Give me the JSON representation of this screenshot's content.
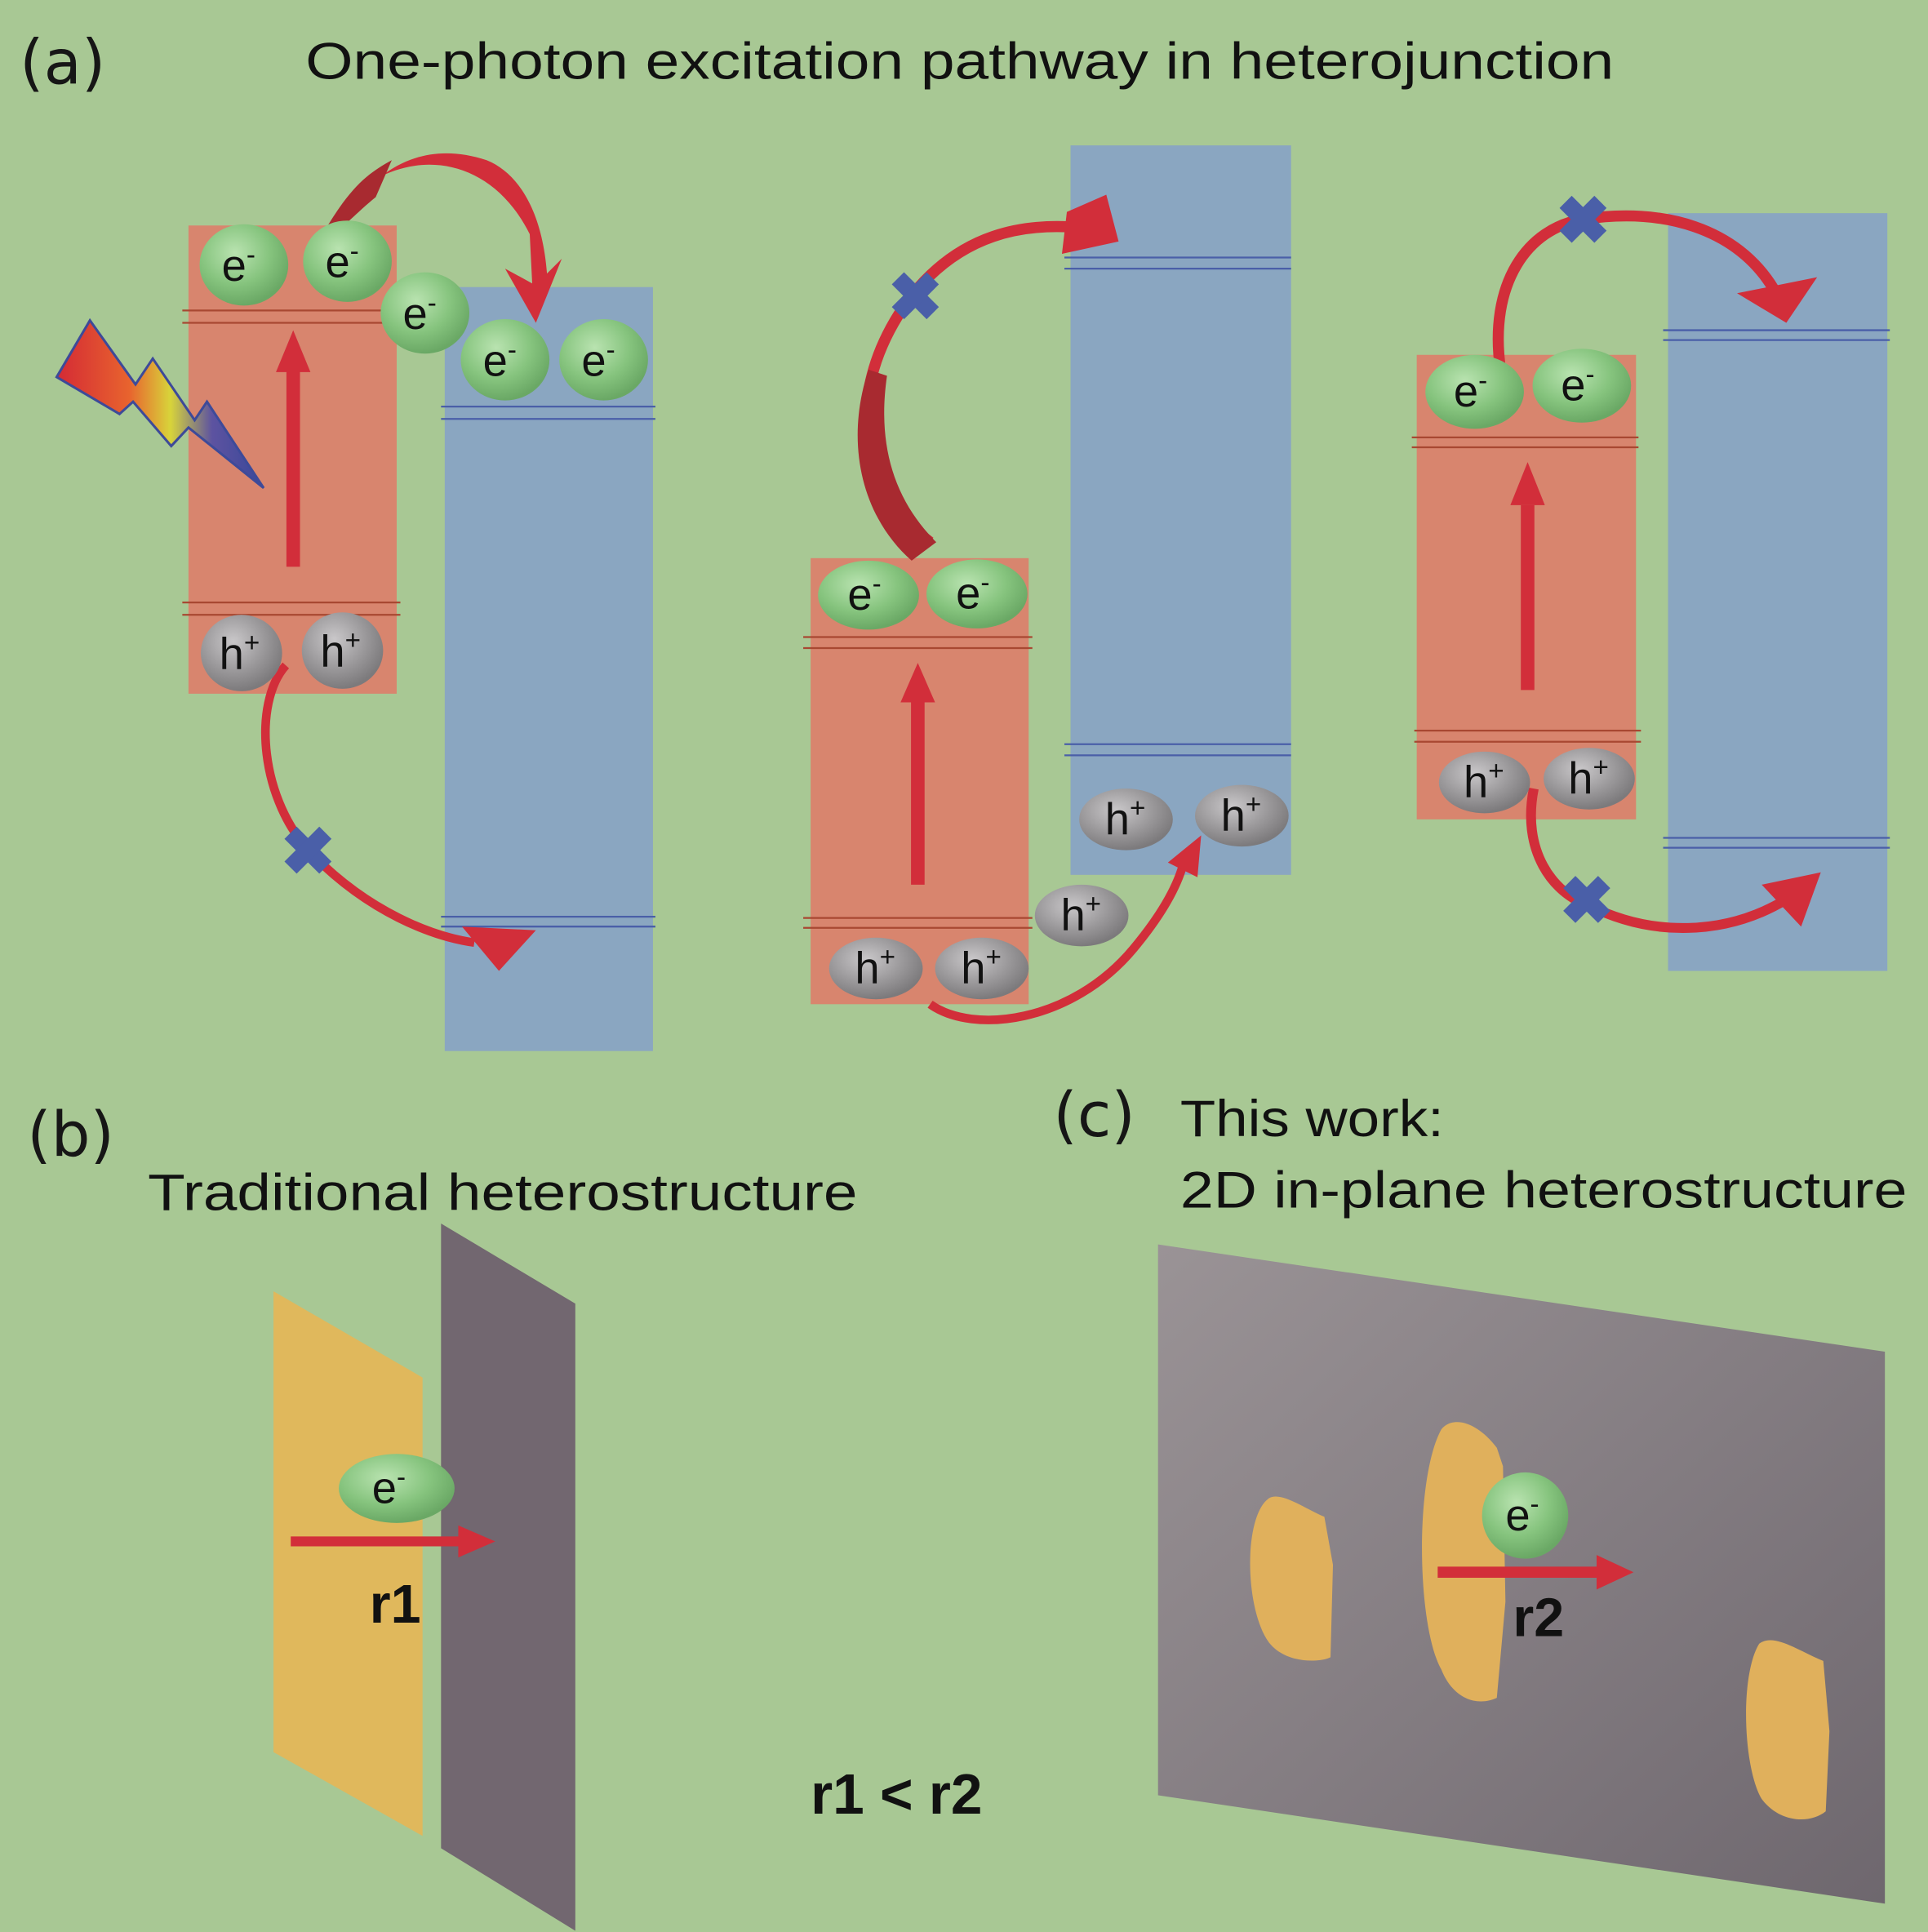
{
  "panel_a": {
    "label": "(a)",
    "title": "One-photon excitation pathway in heterojunction",
    "electron_label": "e",
    "electron_sup": "-",
    "hole_label": "h",
    "hole_sup": "+"
  },
  "panel_b": {
    "label": "(b)",
    "title": "Traditional heterostructure",
    "distance_label": "r1"
  },
  "panel_c": {
    "label": "(c)",
    "title_line1": "This work:",
    "title_line2": "2D in-plane heterostructure",
    "distance_label": "r2"
  },
  "comparison": "r1 < r2",
  "colors": {
    "background": "#a8c894",
    "semiconductor_a": "#d8856e",
    "semiconductor_b": "#8aa6c1",
    "arrow": "#d22e3a",
    "blocked_mark": "#4a5fa8",
    "electron": "#7fbf7a",
    "hole": "#8e8c8e",
    "plate_yellow": "#e0b85c",
    "plate_gray": "#726770"
  }
}
